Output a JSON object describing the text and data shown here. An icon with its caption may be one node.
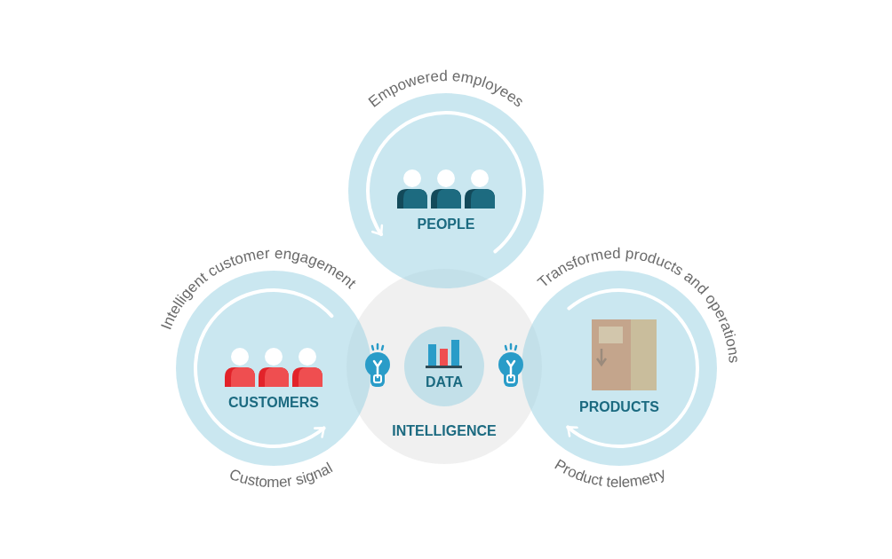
{
  "diagram": {
    "nodes": [
      {
        "text": [
          "PEOPLE"
        ],
        "beside": [
          "Empowered employees"
        ]
      },
      {
        "text": [
          "Intelligent customer engagement",
          "CUSTOMERS"
        ],
        "beside": [
          "Customer signal"
        ]
      },
      {
        "text": [
          "INTELLIGENCE"
        ]
      },
      {
        "text": [
          "DATA"
        ],
        "in": 2
      },
      {
        "text": [
          "Transformed products and operations",
          "PRODUCTS"
        ],
        "beside": [
          "Product telemetry"
        ]
      }
    ]
  }
}
